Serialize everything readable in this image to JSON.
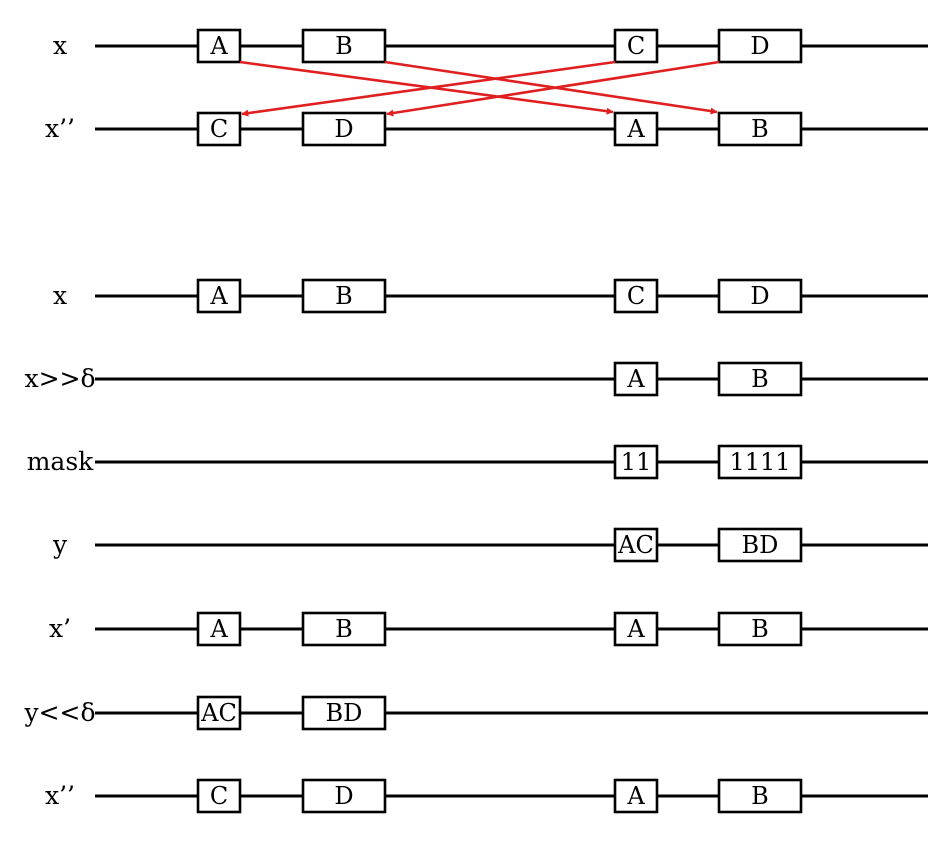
{
  "top_section": {
    "rows": [
      {
        "label": "x",
        "boxes": [
          "A",
          "B",
          "C",
          "D"
        ]
      },
      {
        "label": "x’’",
        "boxes": [
          "C",
          "D",
          "A",
          "B"
        ]
      }
    ]
  },
  "bottom_section": {
    "rows": [
      {
        "label": "x",
        "boxes": [
          "A",
          "B",
          "C",
          "D"
        ]
      },
      {
        "label": "x>>δ",
        "boxes": [
          "",
          "",
          "A",
          "B"
        ]
      },
      {
        "label": "mask",
        "boxes": [
          "",
          "",
          "11",
          "1111"
        ]
      },
      {
        "label": "y",
        "boxes": [
          "",
          "",
          "AC",
          "BD"
        ]
      },
      {
        "label": "x’",
        "boxes": [
          "A",
          "B",
          "A",
          "B"
        ]
      },
      {
        "label": "y<<δ",
        "boxes": [
          "AC",
          "BD",
          "",
          ""
        ]
      },
      {
        "label": "x’’",
        "boxes": [
          "C",
          "D",
          "A",
          "B"
        ]
      }
    ]
  },
  "colors": {
    "arrow": "#e02020",
    "line": "#000000",
    "background": "#ffffff"
  }
}
